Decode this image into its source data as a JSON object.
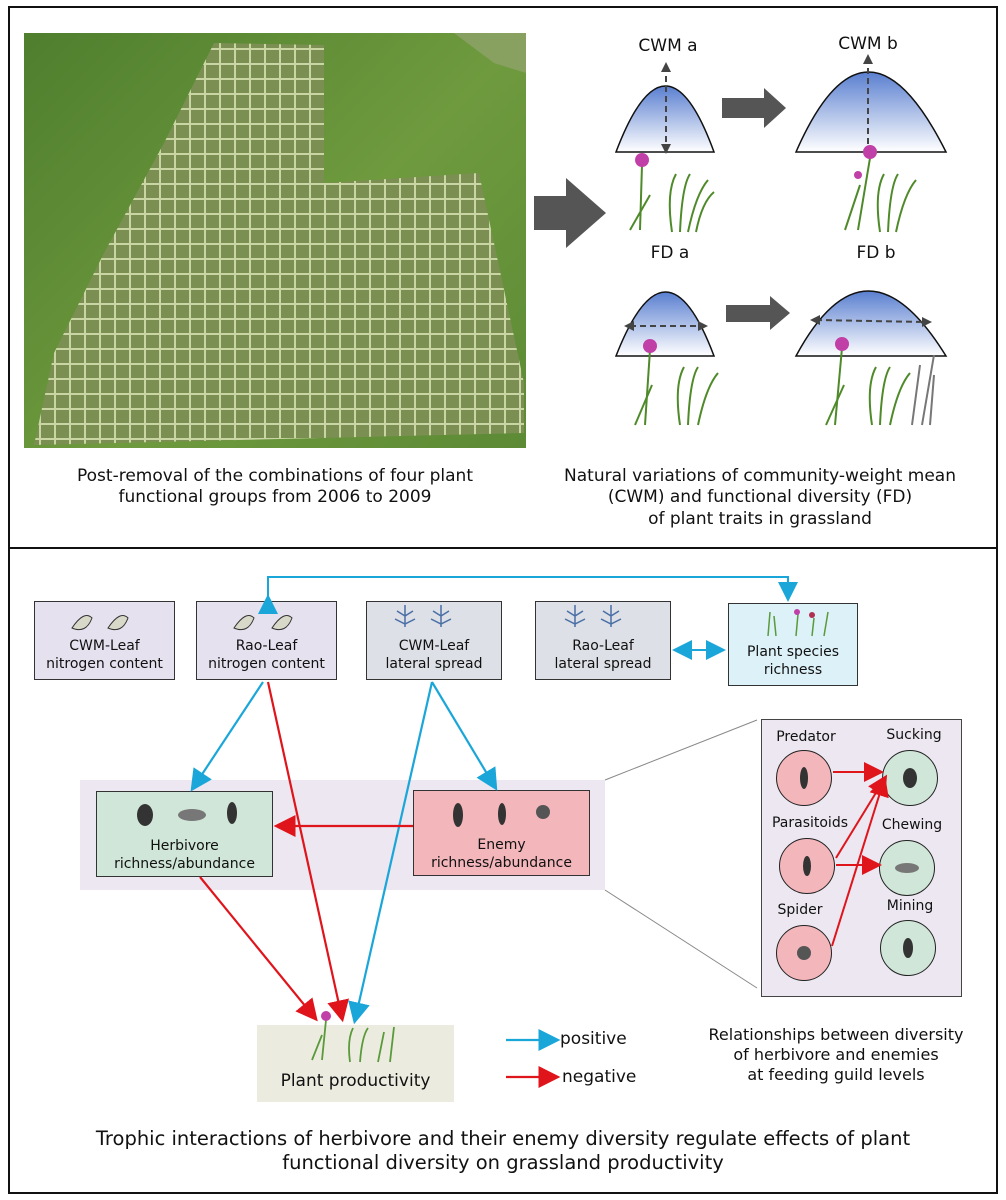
{
  "top": {
    "left_caption": "Post-removal of the combinations of four plant functional groups from 2006 to 2009",
    "right_caption_lines": [
      "Natural variations of community-weight mean",
      "(CWM) and functional diversity (FD)",
      "of plant traits in grassland"
    ],
    "curves": {
      "cwm_a": "CWM a",
      "cwm_b": "CWM b",
      "fd_a": "FD a",
      "fd_b": "FD b"
    }
  },
  "bottom": {
    "boxes": {
      "cwm_leaf_n": [
        "CWM-Leaf",
        "nitrogen content"
      ],
      "rao_leaf_n": [
        "Rao-Leaf",
        "nitrogen content"
      ],
      "cwm_lateral": [
        "CWM-Leaf",
        "lateral spread"
      ],
      "rao_lateral": [
        "Rao-Leaf",
        "lateral spread"
      ],
      "plant_richness": [
        "Plant species",
        "richness"
      ],
      "herbivore": [
        "Herbivore",
        "richness/abundance"
      ],
      "enemy": [
        "Enemy",
        "richness/abundance"
      ],
      "productivity": "Plant productivity"
    },
    "legend": {
      "positive": "positive",
      "negative": "negative"
    },
    "guilds": {
      "predator": "Predator",
      "parasitoids": "Parasitoids",
      "spider": "Spider",
      "sucking": "Sucking",
      "chewing": "Chewing",
      "mining": "Mining"
    },
    "relationships_caption": [
      "Relationships between diversity",
      "of herbivore and enemies",
      "at feeding guild levels"
    ],
    "main_caption": [
      "Trophic interactions of herbivore and their enemy diversity regulate effects of plant",
      "functional diversity on grassland productivity"
    ]
  },
  "colors": {
    "positive": "#1aa6d9",
    "negative": "#e0141b",
    "herbivore_fill": "#cfe6d8",
    "enemy_fill": "#f2b6bb",
    "trait_fill": "#e6e1ef",
    "richness_fill": "#dcf1f8",
    "productivity_fill": "#ecebe0"
  }
}
